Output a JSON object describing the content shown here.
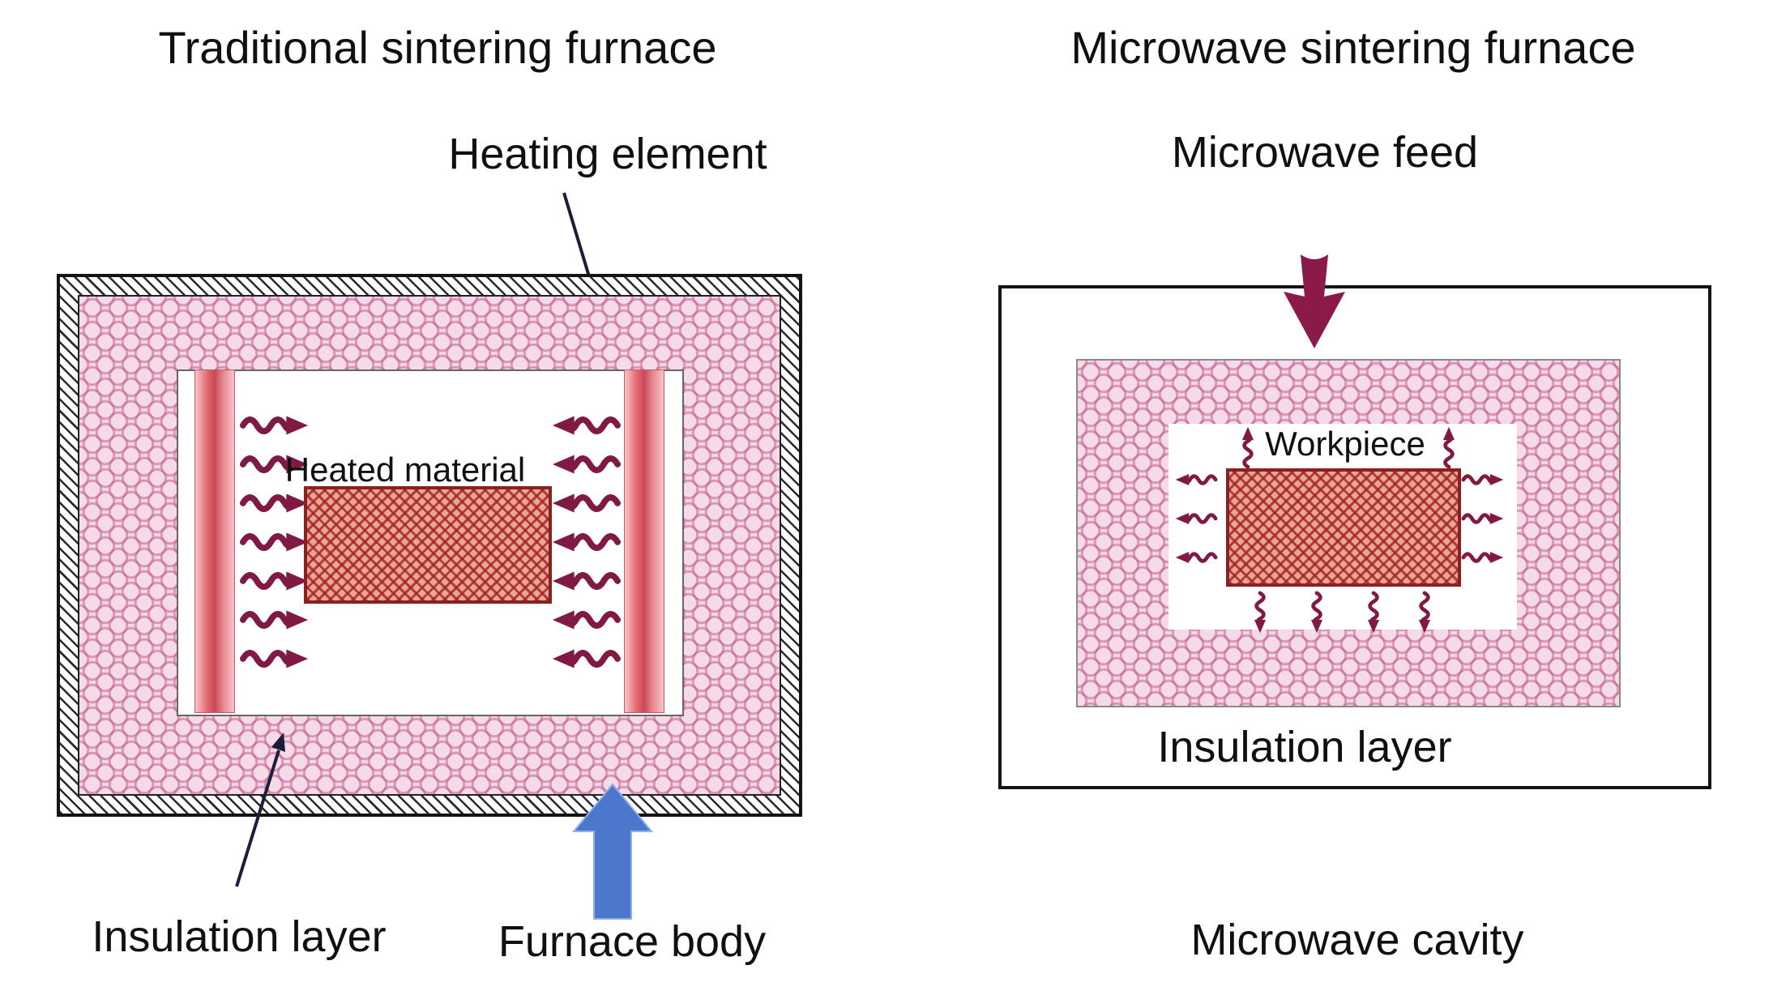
{
  "figure": {
    "left": {
      "title": "Traditional sintering furnace",
      "labels": {
        "heating_element": "Heating element",
        "heated_material": "Heated material",
        "insulation_layer": "Insulation layer",
        "furnace_body": "Furnace body"
      }
    },
    "right": {
      "title": "Microwave sintering furnace",
      "labels": {
        "microwave_feed": "Microwave feed",
        "workpiece": "Workpiece",
        "insulation_layer": "Insulation layer",
        "microwave_cavity": "Microwave cavity"
      }
    }
  },
  "colors": {
    "heat_arrow_maroon": "#801a45",
    "microwave_feed_arrow": "#8b1a4a",
    "furnace_body_arrow_blue": "#4d77cd",
    "heating_element_pink": "#e56a74",
    "insulation_pattern_pink": "#c55f8e",
    "workpiece_fill": "#e9a694",
    "workpiece_hatch_red": "#a32222",
    "pointer_line_dark": "#1c1c3c",
    "outline_black": "#141414"
  },
  "icons": {
    "heat_arrow": "wavy-squiggle-arrow",
    "microwave_feed_arrow": "thick-notched-arrow-down",
    "furnace_body_arrow": "thick-block-arrow-up",
    "label_pointer": "thin-line-arrowhead"
  }
}
